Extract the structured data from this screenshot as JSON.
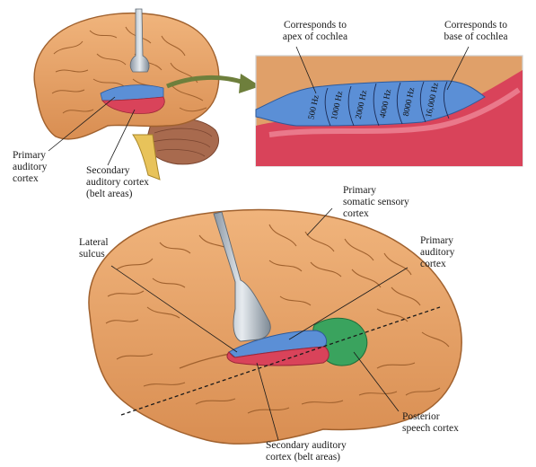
{
  "labels": {
    "top_primary_auditory": [
      "Primary",
      "auditory",
      "cortex"
    ],
    "top_secondary_auditory": [
      "Secondary",
      "auditory cortex",
      "(belt areas)"
    ],
    "apex": [
      "Corresponds to",
      "apex of cochlea"
    ],
    "base": [
      "Corresponds to",
      "base of cochlea"
    ],
    "primary_somatic": [
      "Primary",
      "somatic sensory",
      "cortex"
    ],
    "lateral_sulcus": [
      "Lateral",
      "sulcus"
    ],
    "bottom_primary_auditory": [
      "Primary",
      "auditory",
      "cortex"
    ],
    "posterior_speech": [
      "Posterior",
      "speech cortex"
    ],
    "bottom_secondary_auditory": [
      "Secondary auditory",
      "cortex (belt areas)"
    ]
  },
  "frequencies": [
    "500 Hz",
    "1000 Hz",
    "2000 Hz",
    "4000 Hz",
    "8000 Hz",
    "16,000 Hz"
  ],
  "colors": {
    "brain": "#e8a46a",
    "brain_outline": "#a0612e",
    "primary_auditory": "#5b8fd6",
    "secondary_auditory": "#d9435a",
    "speech": "#3aa35e",
    "inset_frame": "#e0a069",
    "arrow": "#6e7f3c",
    "probe": "#b9c3cc"
  }
}
